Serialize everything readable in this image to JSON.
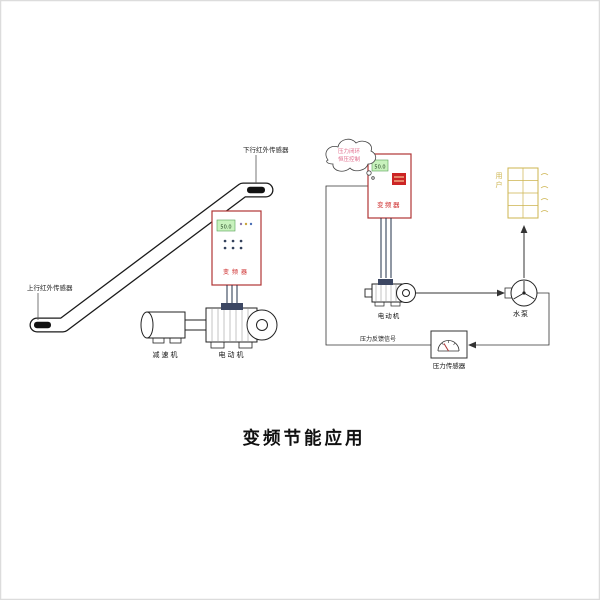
{
  "title": "变频节能应用",
  "colors": {
    "inverter_border": "#b03535",
    "display_green": "#c8f2bd",
    "accent_red": "#cc2525",
    "users_yellow": "#cdb44f",
    "cloud_pink": "#e06a8a"
  },
  "escalator": {
    "down_sensor_label": "下行红外传感器",
    "up_sensor_label": "上行红外传感器",
    "inverter_display": "50.0",
    "inverter_label": "变频器",
    "reducer_label": "减速机",
    "motor_label": "电动机"
  },
  "pump": {
    "cloud_line1": "压力闭环",
    "cloud_line2": "恒压控制",
    "inverter_display": "50.0",
    "inverter_label": "变频器",
    "motor_label": "电动机",
    "pump_label": "水泵",
    "users_label": "用户",
    "feedback_label": "压力反馈信号",
    "sensor_label": "压力传感器"
  }
}
